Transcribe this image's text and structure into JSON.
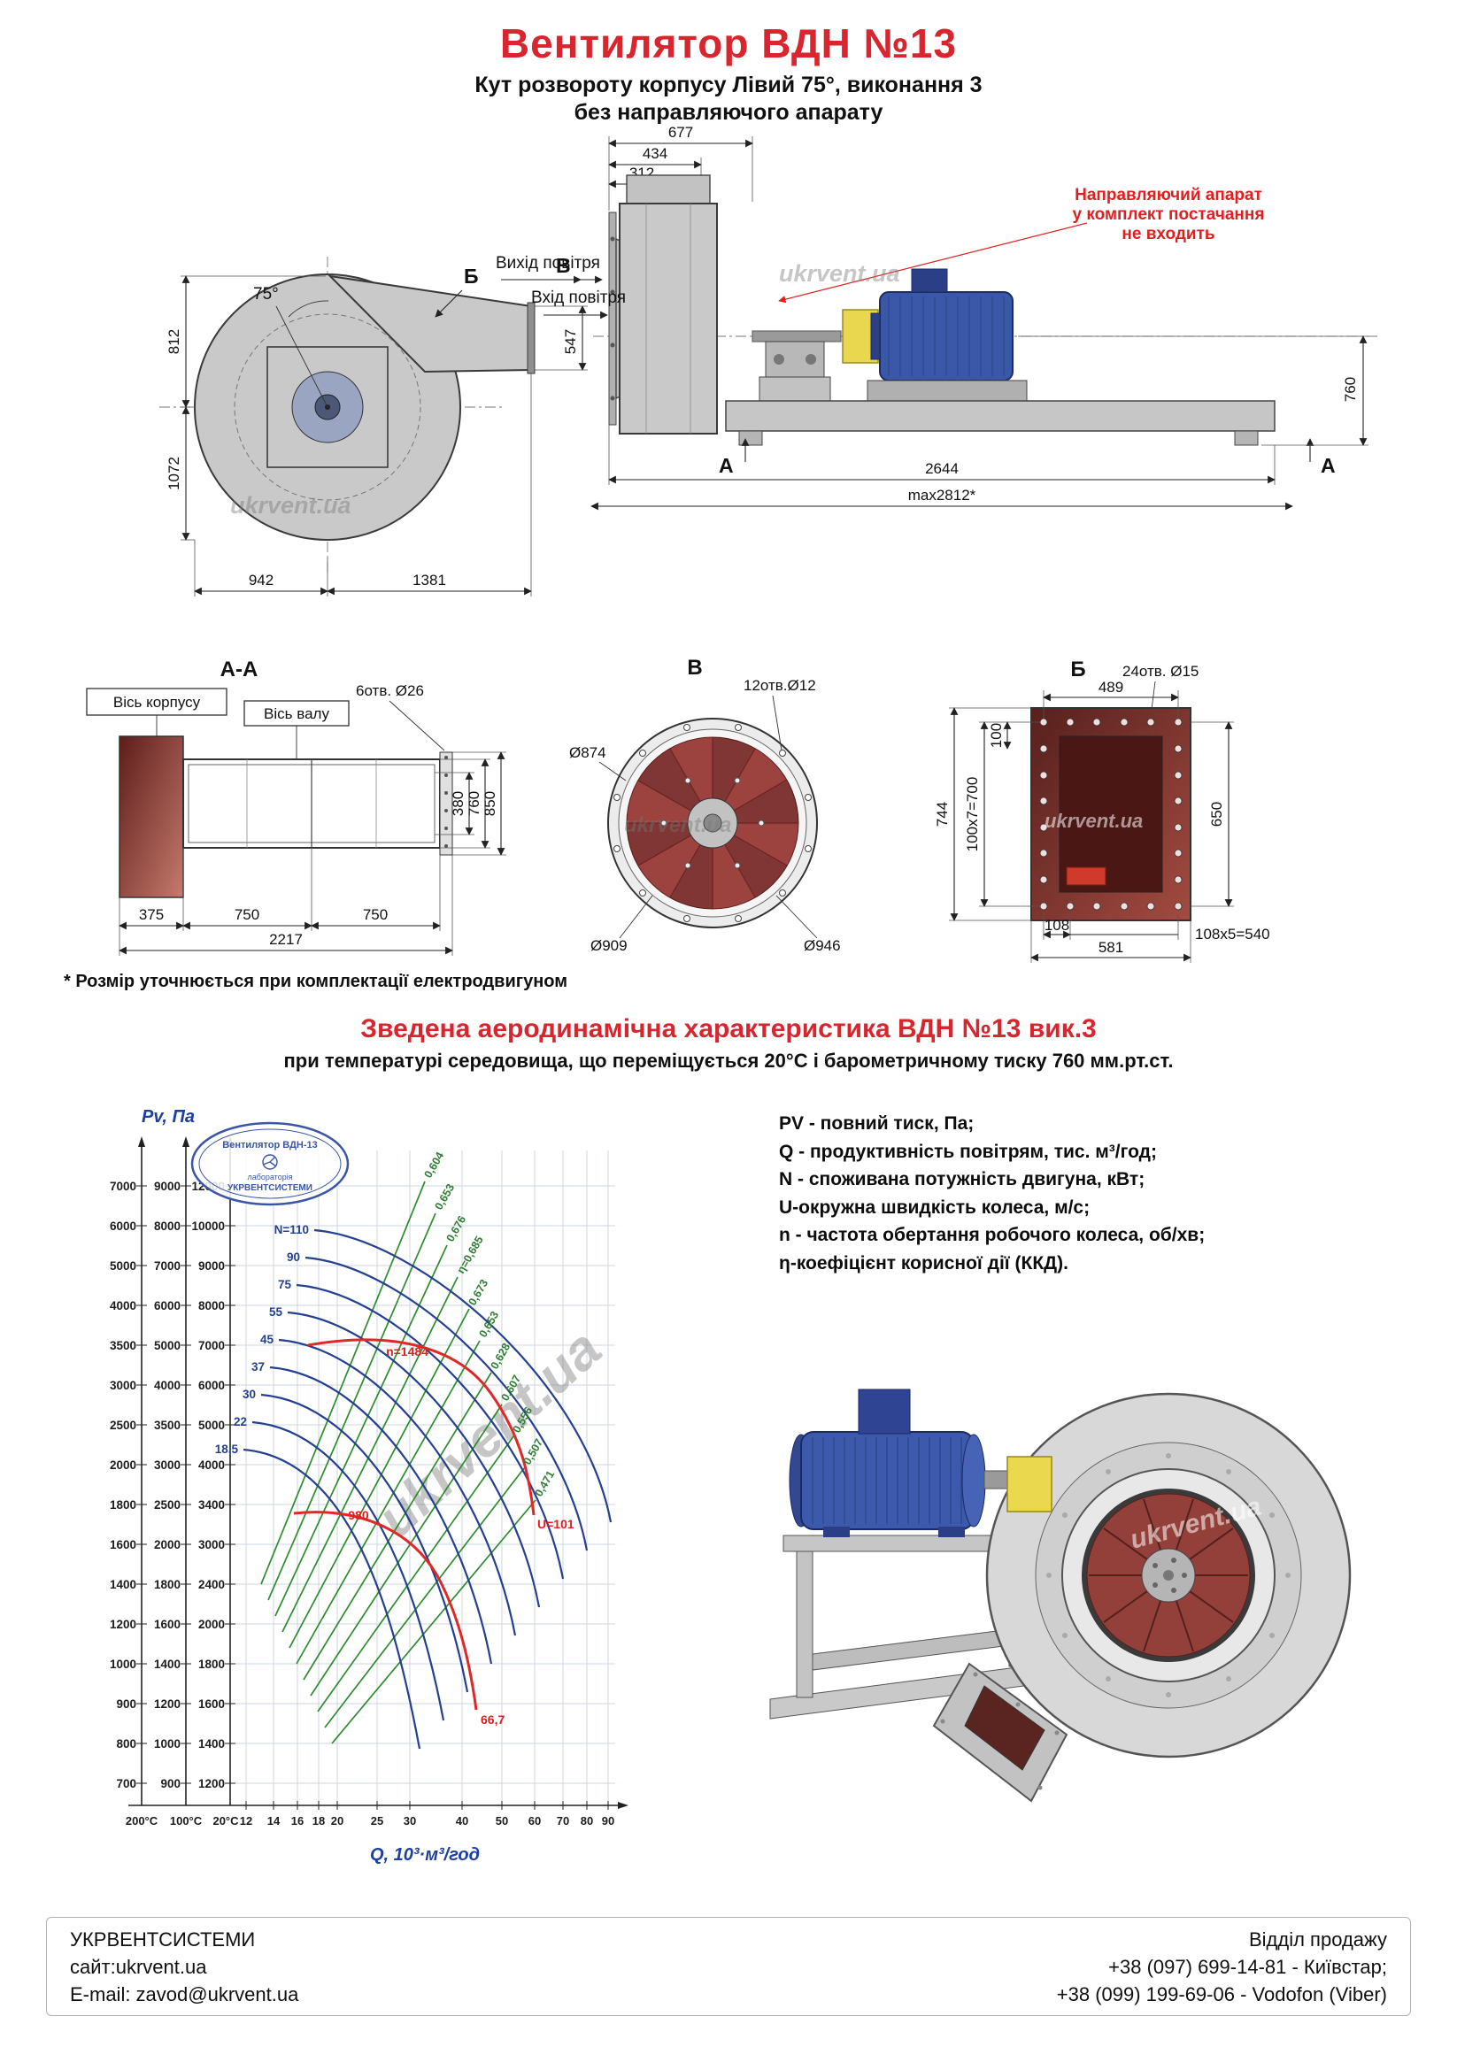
{
  "meta": {
    "watermark": "ukrvent.ua"
  },
  "header": {
    "title": "Вентилятор  ВДН №13",
    "subtitle1": "Кут розвороту корпусу Лівий 75°, виконання 3",
    "subtitle2": "без направляючого апарату"
  },
  "scroll_view": {
    "angle": "75°",
    "b_mark": "Б",
    "air_out": "Вихід повітря",
    "dim_812": "812",
    "dim_547": "547",
    "dim_1072": "1072",
    "dim_942": "942",
    "dim_1381": "1381"
  },
  "side_view": {
    "dim_677": "677",
    "dim_434": "434",
    "dim_312": "312",
    "note_line1": "Направляючий апарат",
    "note_line2": "у комплект постачання",
    "note_line3": "не входить",
    "v_mark": "В",
    "air_in": "Вхід повітря",
    "a_mark": "А",
    "dim_760": "760",
    "dim_2644": "2644",
    "dim_max": "max2812*"
  },
  "section_aa": {
    "title": "А-А",
    "axis_body": "Вісь корпусу",
    "axis_shaft": "Вісь валу",
    "holes": "6отв. Ø26",
    "dim_380": "380",
    "dim_760": "760",
    "dim_850": "850",
    "dim_375": "375",
    "dim_750a": "750",
    "dim_750b": "750",
    "dim_2217": "2217"
  },
  "section_v": {
    "title": "В",
    "holes": "12отв.Ø12",
    "d874": "Ø874",
    "d909": "Ø909",
    "d946": "Ø946"
  },
  "section_b": {
    "title": "Б",
    "holes": "24отв. Ø15",
    "dim_489": "489",
    "dim_744": "744",
    "dim_100x7": "100х7=700",
    "dim_100": "100",
    "dim_650": "650",
    "dim_108": "108",
    "dim_108x5": "108х5=540",
    "dim_581": "581"
  },
  "footnote": "* Розмір уточнюється при комплектації електродвигуном",
  "chart_section": {
    "title": "Зведена аеродинамічна характеристика ВДН №13 вик.3",
    "subtitle": "при температурі середовища, що переміщується 20°С і барометричному тиску 760 мм.рт.ст.",
    "legend": [
      "PV - повний тиск, Па;",
      "Q - продуктивність повітрям, тис. м³/год;",
      "N - споживана потужність двигуна, кВт;",
      "U-окружна швидкість колеса, м/с;",
      "n - частота обертання робочого колеса, об/хв;",
      "η-коефіцієнт корисної дії (ККД)."
    ],
    "stamp": {
      "line1": "Вентилятор ВДН-13",
      "line2": "лабораторія",
      "line3": "УКРВЕНТСИСТЕМИ"
    }
  },
  "chart_data": {
    "type": "line",
    "title": "Зведена аеродинамічна характеристика ВДН №13 вик.3",
    "xlabel": "Q, 10³·м³/год",
    "ylabel": "Pv, Па",
    "x_scale": "logarithmic",
    "temp_columns": [
      "200°C",
      "100°C",
      "20°C"
    ],
    "x_ticks": [
      "12",
      "14",
      "16",
      "18",
      "20",
      "25",
      "30",
      "40",
      "50",
      "60",
      "70",
      "80",
      "90"
    ],
    "y_ticks_200C": [
      "7000",
      "6000",
      "5000",
      "4000",
      "3500",
      "3000",
      "2500",
      "2000",
      "1800",
      "1600",
      "1400",
      "1200",
      "1000",
      "900",
      "800",
      "700"
    ],
    "y_ticks_100C": [
      "9000",
      "8000",
      "7000",
      "6000",
      "5000",
      "4000",
      "3500",
      "3000",
      "2500",
      "2000",
      "1800",
      "1600",
      "1400",
      "1200",
      "1000",
      "900"
    ],
    "y_ticks_20C": [
      "12000",
      "10000",
      "9000",
      "8000",
      "7000",
      "6000",
      "5000",
      "4000",
      "3400",
      "3000",
      "2400",
      "2000",
      "1800",
      "1600",
      "1400",
      "1200"
    ],
    "power_curves_kW": [
      "N=110",
      "90",
      "75",
      "55",
      "45",
      "37",
      "30",
      "22",
      "18,5"
    ],
    "efficiency_lines": [
      "0,604",
      "0,653",
      "0,676",
      "η=0,685",
      "0,673",
      "0,653",
      "0,628",
      "0,607",
      "0,556",
      "0,507",
      "0,471"
    ],
    "speed_labels": {
      "n_high": "n=1484",
      "n_low": "980",
      "u_high": "U=101",
      "u_low": "66,7"
    }
  },
  "footer": {
    "company": "УКРВЕНТСИСТЕМИ",
    "site": "сайт:ukrvent.ua",
    "email": "E-mail: zavod@ukrvent.ua",
    "sales_title": "Відділ продажу",
    "phone1": "+38 (097) 699-14-81 - Київстар;",
    "phone2": "+38 (099) 199-69-06 - Vodofon (Viber)"
  }
}
